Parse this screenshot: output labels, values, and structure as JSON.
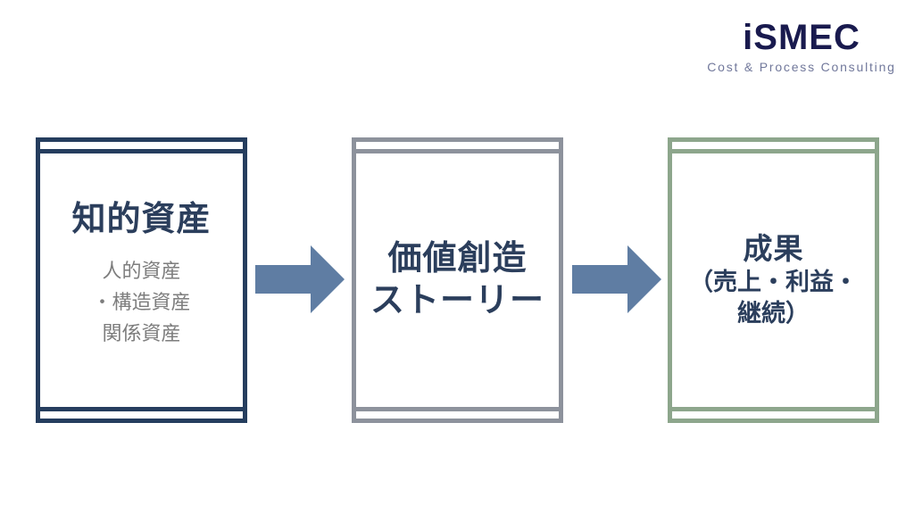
{
  "logo": {
    "title": "iSMEC",
    "subtitle": "Cost & Process Consulting"
  },
  "diagram": {
    "boxes": [
      {
        "id": "intellectual-assets",
        "title": "知的資産",
        "items": "人的資産\n・構造資産\n関係資産"
      },
      {
        "id": "value-creation-story",
        "title": "価値創造\nストーリー"
      },
      {
        "id": "results",
        "title": "成果",
        "subtitle": "（売上・利益・\n継続）"
      }
    ],
    "arrows": [
      {
        "icon": "right-arrow-icon"
      },
      {
        "icon": "right-arrow-icon"
      }
    ]
  },
  "colors": {
    "navy-border": "#253d5e",
    "gray-border": "#8d929c",
    "green-border": "#8da68c",
    "text-navy": "#2b3e5c",
    "text-gray": "#7d7d7d",
    "arrow-blue": "#5f7da3",
    "logo-navy": "#191a4e",
    "logo-sub": "#71789b",
    "background": "#ffffff"
  }
}
